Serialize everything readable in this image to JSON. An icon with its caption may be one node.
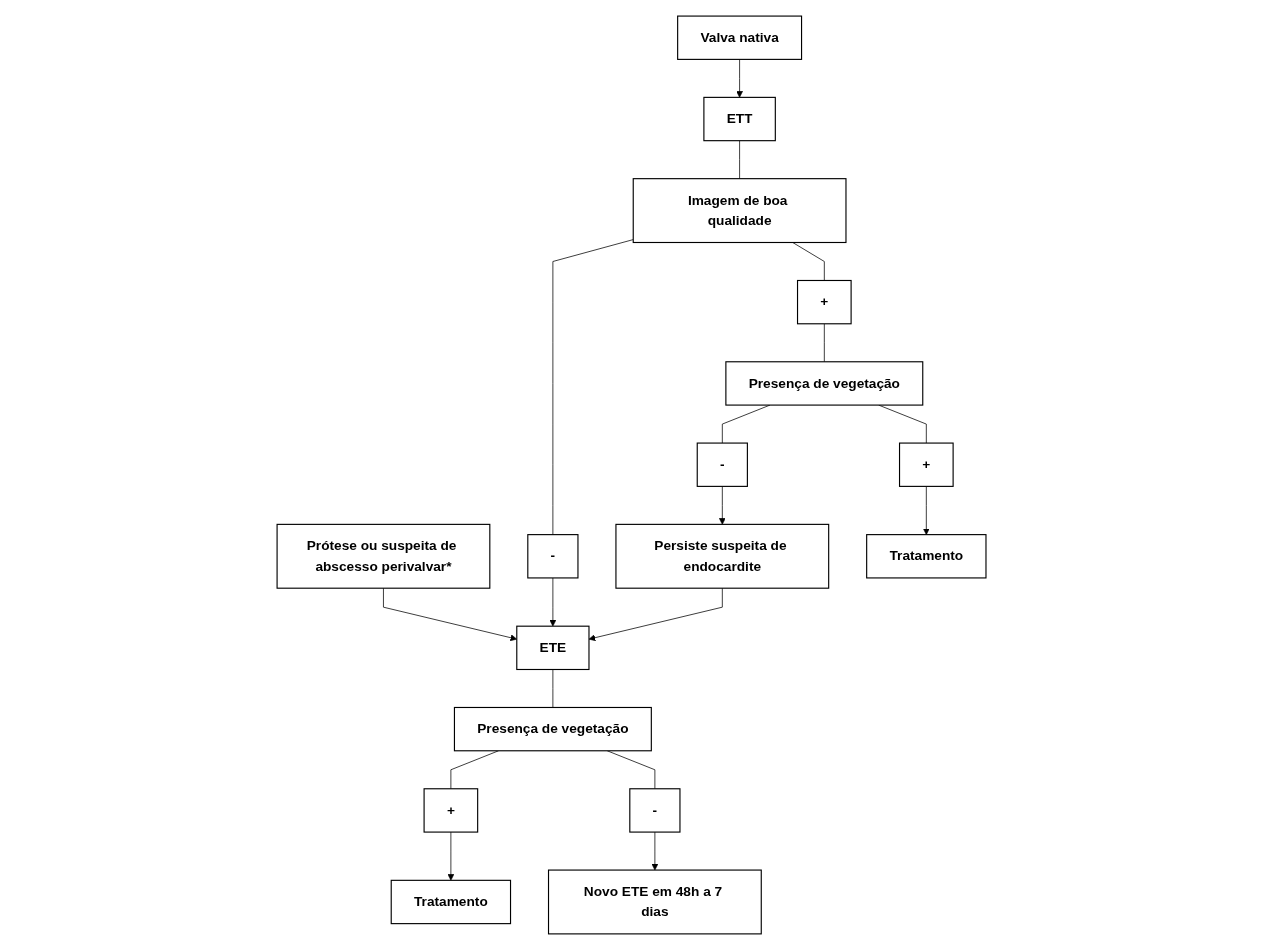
{
  "diagram": {
    "nodes": [
      {
        "text": [
          "Prótese ou suspeita de abscesso perivalvar*"
        ]
      },
      {
        "text": [
          "ETE"
        ]
      },
      {
        "text": [
          "Presença de vegetação"
        ]
      },
      {
        "text": [
          "+"
        ]
      },
      {
        "text": [
          "-"
        ]
      },
      {
        "text": [
          "Tratamento"
        ]
      },
      {
        "text": [
          "Novo ETE em 48h a 7 dias"
        ]
      },
      {
        "text": [
          "Valva nativa"
        ]
      },
      {
        "text": [
          "ETT"
        ]
      },
      {
        "text": [
          "Imagem de boa qualidade"
        ]
      },
      {
        "text": [
          "-"
        ]
      },
      {
        "text": [
          "+"
        ]
      },
      {
        "text": [
          "Presença de vegetação"
        ]
      },
      {
        "text": [
          "-"
        ]
      },
      {
        "text": [
          "+"
        ]
      },
      {
        "text": [
          "Persiste suspeita de endocardite"
        ]
      },
      {
        "text": [
          "Tratamento"
        ]
      }
    ],
    "edges": [
      {
        "from": 0,
        "to": 1,
        "arrow": "to"
      },
      {
        "from": 1,
        "to": 2,
        "arrow": "none"
      },
      {
        "from": 2,
        "to": 3,
        "arrow": "none"
      },
      {
        "from": 2,
        "to": 4,
        "arrow": "none"
      },
      {
        "from": 3,
        "to": 5,
        "arrow": "to"
      },
      {
        "from": 4,
        "to": 6,
        "arrow": "to"
      },
      {
        "from": 7,
        "to": 8,
        "arrow": "to"
      },
      {
        "from": 8,
        "to": 9,
        "arrow": "none"
      },
      {
        "from": 9,
        "to": 10,
        "arrow": "none"
      },
      {
        "from": 9,
        "to": 11,
        "arrow": "none"
      },
      {
        "from": 10,
        "to": 1,
        "arrow": "to"
      },
      {
        "from": 11,
        "to": 12,
        "arrow": "none"
      },
      {
        "from": 12,
        "to": 13,
        "arrow": "none"
      },
      {
        "from": 12,
        "to": 14,
        "arrow": "none"
      },
      {
        "from": 13,
        "to": 15,
        "arrow": "to"
      },
      {
        "from": 14,
        "to": 16,
        "arrow": "to"
      },
      {
        "from": 15,
        "to": 1,
        "arrow": "to"
      }
    ]
  }
}
